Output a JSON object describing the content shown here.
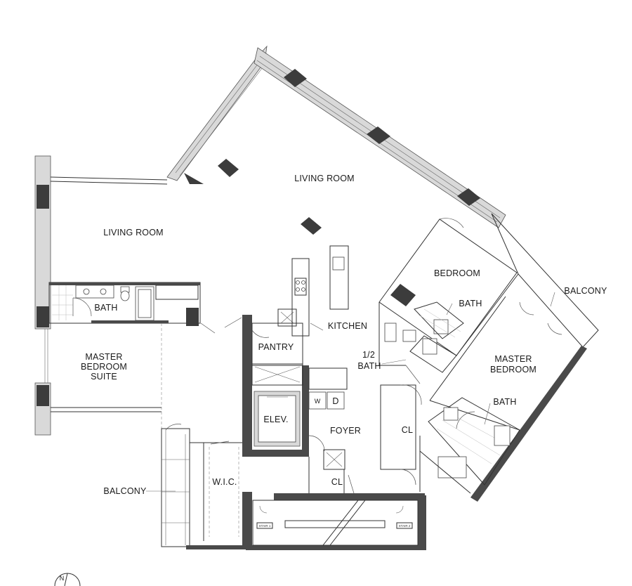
{
  "labels": {
    "living_room_main": "LIVING ROOM",
    "living_room_west": "LIVING ROOM",
    "bedroom": "BEDROOM",
    "bath_bedroom": "BATH",
    "balcony_east": "BALCONY",
    "bath_west": "BATH",
    "kitchen": "KITCHEN",
    "pantry": "PANTRY",
    "half_bath_line1": "1/2",
    "half_bath_line2": "BATH",
    "master_bedroom_line1": "MASTER",
    "master_bedroom_line2": "BEDROOM",
    "bath_master": "BATH",
    "master_suite_line1": "MASTER",
    "master_suite_line2": "BEDROOM",
    "master_suite_line3": "SUITE",
    "washer": "W",
    "dryer": "D",
    "elevator": "ELEV.",
    "foyer": "FOYER",
    "closet_east": "CL",
    "closet_foyer": "CL",
    "balcony_west": "BALCONY",
    "wic": "W.I.C.",
    "stair1": "STAIR 1",
    "stair2": "STAIR 2",
    "north": "N"
  }
}
